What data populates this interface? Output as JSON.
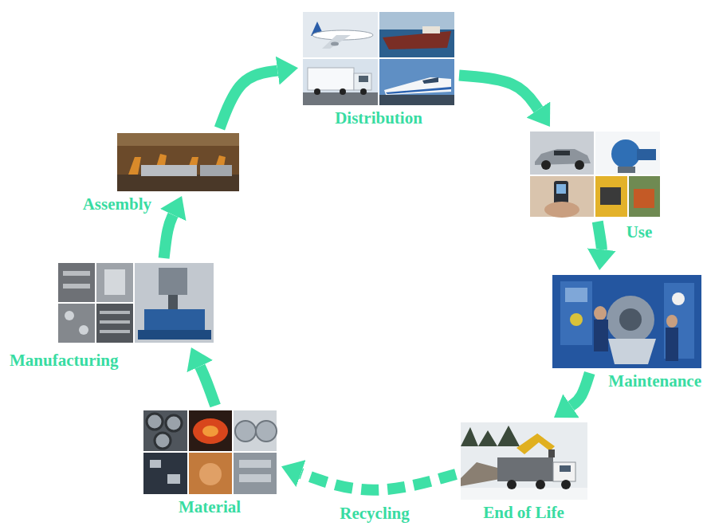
{
  "diagram": {
    "nodes": [
      {
        "text": [
          "Material"
        ]
      },
      {
        "text": [
          "Manufacturing"
        ]
      },
      {
        "text": [
          "Assembly"
        ]
      },
      {
        "text": [
          "Distribution"
        ]
      },
      {
        "text": [
          "Use"
        ]
      },
      {
        "text": [
          "Maintenance"
        ]
      },
      {
        "text": [
          "End of Life"
        ]
      }
    ],
    "edges": [
      {
        "from": 0,
        "to": 1,
        "arrow": "to"
      },
      {
        "from": 1,
        "to": 2,
        "arrow": "to"
      },
      {
        "from": 2,
        "to": 3,
        "arrow": "to"
      },
      {
        "from": 3,
        "to": 4,
        "arrow": "to"
      },
      {
        "from": 4,
        "to": 5,
        "arrow": "to"
      },
      {
        "from": 5,
        "to": 6,
        "arrow": "to"
      },
      {
        "from": 6,
        "to": 0,
        "arrow": "to",
        "label": "Recycling"
      }
    ]
  }
}
